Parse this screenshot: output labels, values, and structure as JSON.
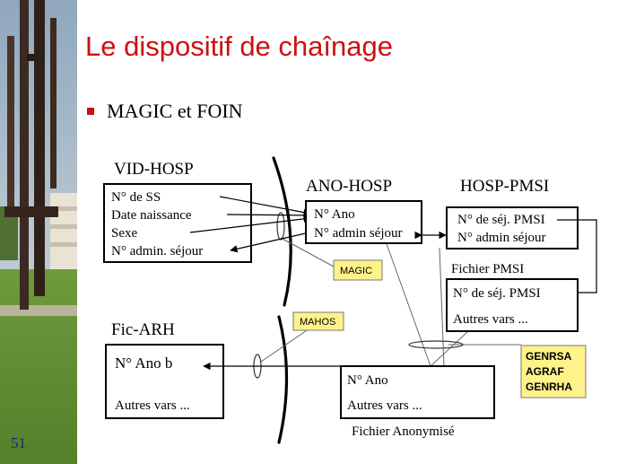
{
  "slide": {
    "title": "Le dispositif de chaînage",
    "bullet": "MAGIC et FOIN",
    "number": "51"
  },
  "colors": {
    "title": "#cc1111",
    "tag_fill": "#fff28a",
    "slide_number": "#1a237e"
  },
  "diagram": {
    "vid_hosp": {
      "title": "VID-HOSP",
      "fields": [
        "N° de SS",
        "Date naissance",
        "Sexe",
        "N° admin. séjour"
      ]
    },
    "ano_hosp": {
      "title": "ANO-HOSP",
      "fields": [
        "N° Ano",
        "N° admin séjour"
      ]
    },
    "hosp_pmsi": {
      "title": "HOSP-PMSI",
      "fields": [
        "N° de séj. PMSI",
        "N° admin séjour"
      ]
    },
    "fichier_pmsi": {
      "title": "Fichier PMSI",
      "fields": [
        "N° de séj. PMSI",
        "Autres vars ..."
      ]
    },
    "fic_arh": {
      "title": "Fic-ARH",
      "fields": [
        "N° Ano b",
        "Autres vars ..."
      ]
    },
    "fichier_anonymise": {
      "caption": "Fichier Anonymisé",
      "fields": [
        "N° Ano",
        "Autres vars ..."
      ]
    },
    "tags": {
      "magic": "MAGIC",
      "mahos": "MAHOS",
      "algos": [
        "GENRSA",
        "AGRAF",
        "GENRHA"
      ]
    }
  }
}
